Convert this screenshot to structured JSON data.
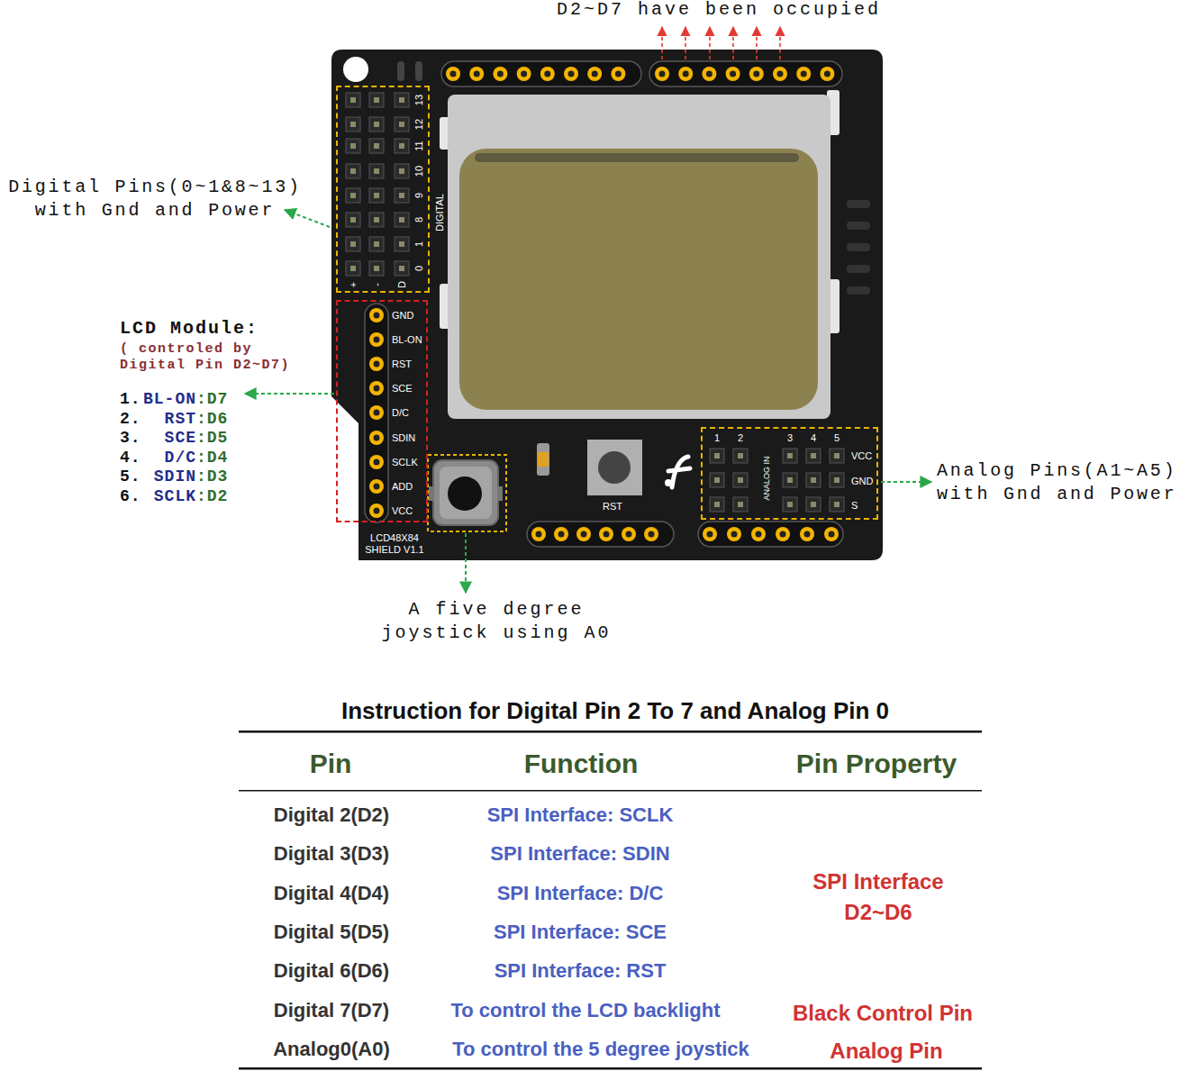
{
  "diagram": {
    "title": "Instruction for Digital Pin 2 To 7 and Analog Pin 0",
    "nodes": [
      {
        "text": [
          "13",
          "12",
          "11",
          "10",
          "9",
          "8",
          "1",
          "0",
          "+",
          "-",
          "D"
        ]
      },
      {
        "text": [
          "GND",
          "BL-ON",
          "RST",
          "SCE",
          "D/C",
          "SDIN",
          "SCLK",
          "ADD",
          "VCC"
        ]
      },
      {
        "text": [
          "1",
          "2",
          "3",
          "4",
          "5",
          "ANALOG IN",
          "VCC",
          "GND",
          "S"
        ]
      }
    ],
    "labels": [
      "D2~D7 have been occupied",
      "DIGITAL",
      "Digital Pins(0~1&8~13) with Gnd and Power",
      "LCD Module:",
      "( controled by Digital Pin D2~D7)",
      "1.",
      "BL-ON",
      ":D7",
      "2.",
      "RST",
      ":D6",
      "3.",
      "SCE",
      ":D5",
      "4.",
      "D/C",
      ":D4",
      "5.",
      "SDIN",
      ":D3",
      "6.",
      "SCLK",
      ":D2",
      "RST",
      "LCD48X84 SHIELD V1.1",
      "A five degree joystick using A0",
      "Analog Pins(A1~A5) with Gnd and Power",
      "Pin",
      "Function",
      "Pin Property",
      "Digital 2(D2)",
      "SPI Interface: SCLK",
      "Digital 3(D3)",
      "SPI Interface: SDIN",
      "Digital 4(D4)",
      "SPI Interface: D/C",
      "Digital 5(D5)",
      "SPI Interface: SCE",
      "Digital 6(D6)",
      "SPI Interface: RST",
      "Digital 7(D7)",
      "To control the LCD backlight",
      "Analog0(A0)",
      "To control the 5 degree joystick",
      "SPI Interface D2~D6",
      "Black Control Pin",
      "Analog Pin"
    ]
  }
}
